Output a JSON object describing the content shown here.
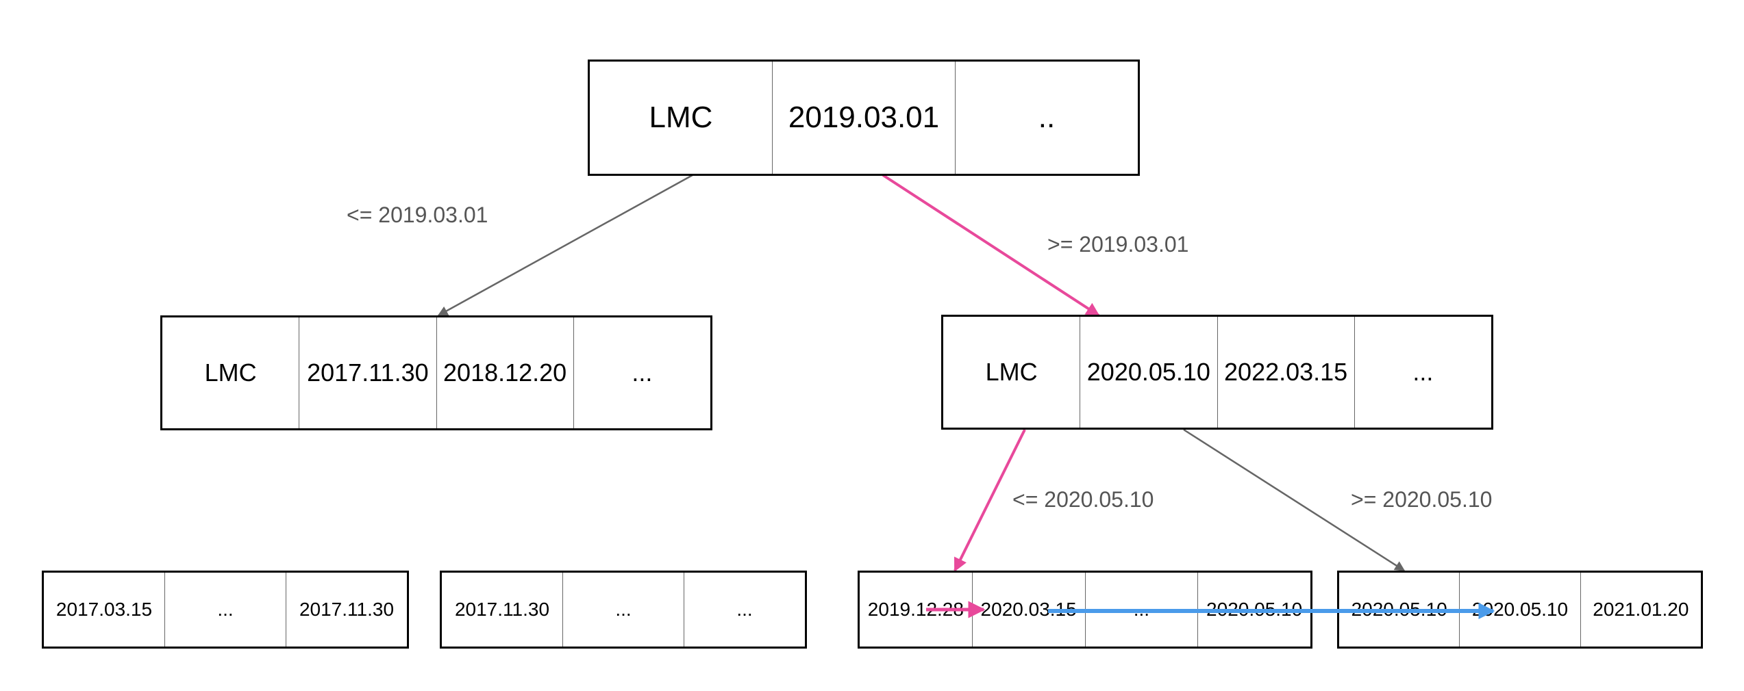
{
  "colors": {
    "normal_edge": "#666666",
    "highlight_edge": "#e8499b",
    "leaf_link": "#4a9bea",
    "node_border": "#000000"
  },
  "root": {
    "cells": [
      "LMC",
      "2019.03.01",
      ".."
    ]
  },
  "internal_left": {
    "cells": [
      "LMC",
      "2017.11.30",
      "2018.12.20",
      "..."
    ]
  },
  "internal_right": {
    "cells": [
      "LMC",
      "2020.05.10",
      "2022.03.15",
      "..."
    ]
  },
  "leaves": [
    {
      "cells": [
        "2017.03.15",
        "...",
        "2017.11.30"
      ]
    },
    {
      "cells": [
        "2017.11.30",
        "...",
        "..."
      ]
    },
    {
      "cells": [
        "2019.12.28",
        "2020.03.15",
        "...",
        "2020.05.10"
      ]
    },
    {
      "cells": [
        "2020.05.10",
        "2020.05.10",
        "2021.01.20"
      ]
    }
  ],
  "edge_labels": {
    "root_left": "<= 2019.03.01",
    "root_right": ">= 2019.03.01",
    "right_left": "<= 2020.05.10",
    "right_right": ">= 2020.05.10"
  }
}
